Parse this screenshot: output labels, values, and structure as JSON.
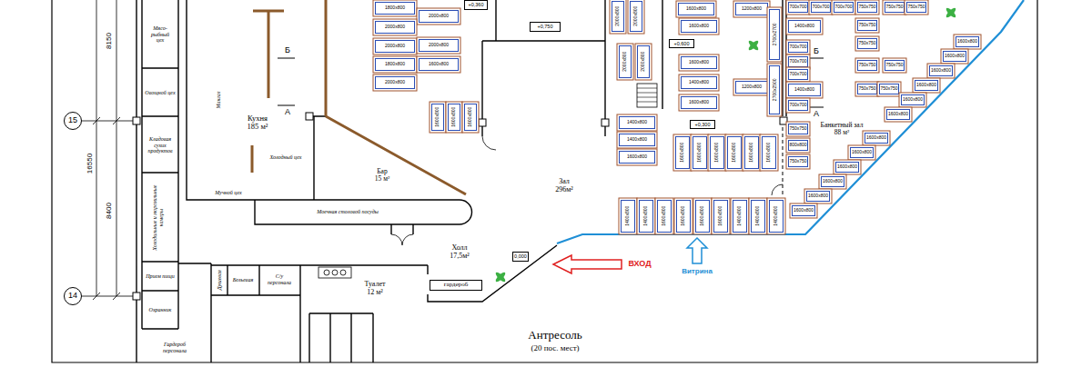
{
  "diagram": {
    "nodes": [
      {
        "text": [
          "15"
        ]
      },
      {
        "text": [
          "14"
        ]
      },
      {
        "text": [
          "Мясо-рыбный цех"
        ]
      },
      {
        "text": [
          "Овощной цех"
        ]
      },
      {
        "text": [
          "Кладовая сухих продуктов"
        ]
      },
      {
        "text": [
          "Холодильные и морозильные камеры"
        ]
      },
      {
        "text": [
          "Прием пищи"
        ]
      },
      {
        "text": [
          "Охранник"
        ]
      },
      {
        "text": [
          "Гардероб персонала"
        ]
      },
      {
        "text": [
          "Кухня",
          "185 м²"
        ]
      },
      {
        "text": [
          "Холодный цех"
        ]
      },
      {
        "text": [
          "Мучной цех"
        ]
      },
      {
        "text": [
          "Бар",
          "15 м²"
        ]
      },
      {
        "text": [
          "Моечная столовой посуды"
        ]
      },
      {
        "text": [
          "Душевая"
        ]
      },
      {
        "text": [
          "Бельевая"
        ]
      },
      {
        "text": [
          "С/у персонала"
        ]
      },
      {
        "text": [
          "Туалет",
          "12 м²"
        ]
      },
      {
        "text": [
          "Холл",
          "17,5м²"
        ]
      },
      {
        "text": [
          "гардероб"
        ]
      },
      {
        "text": [
          "0,000"
        ]
      },
      {
        "text": [
          "Зал",
          "296м²"
        ]
      },
      {
        "text": [
          "1800x800"
        ],
        "in": 21
      },
      {
        "text": [
          "2000x800"
        ],
        "in": 21
      },
      {
        "text": [
          "2000x800"
        ],
        "in": 21
      },
      {
        "text": [
          "2000x800"
        ],
        "in": 21
      },
      {
        "text": [
          "2000x800"
        ],
        "in": 21
      },
      {
        "text": [
          "1800x800"
        ],
        "in": 21
      },
      {
        "text": [
          "1600x800"
        ],
        "in": 21
      },
      {
        "text": [
          "2000x800"
        ],
        "in": 21
      },
      {
        "text": [
          "1600x800"
        ],
        "in": 21
      },
      {
        "text": [
          "1600x800"
        ],
        "in": 21
      },
      {
        "text": [
          "1600x800"
        ],
        "in": 21
      },
      {
        "text": [
          "+0,360"
        ],
        "in": 21
      },
      {
        "text": [
          "+0,750"
        ],
        "in": 21
      },
      {
        "text": [
          "2000x800"
        ],
        "in": 21
      },
      {
        "text": [
          "2000x800"
        ],
        "in": 21
      },
      {
        "text": [
          "2000x800"
        ],
        "in": 21
      },
      {
        "text": [
          "2000x800"
        ],
        "in": 21
      },
      {
        "text": [
          "1600x800"
        ],
        "in": 21
      },
      {
        "text": [
          "1600x800"
        ],
        "in": 21
      },
      {
        "text": [
          "+0,600"
        ],
        "in": 21
      },
      {
        "text": [
          "1600x800"
        ],
        "in": 21
      },
      {
        "text": [
          "1400x800"
        ],
        "in": 21
      },
      {
        "text": [
          "1600x800"
        ],
        "in": 21
      },
      {
        "text": [
          "1400x800"
        ],
        "in": 21
      },
      {
        "text": [
          "+0,300"
        ],
        "in": 21
      },
      {
        "text": [
          "1400x800"
        ],
        "in": 21
      },
      {
        "text": [
          "1600x800"
        ],
        "in": 21
      },
      {
        "text": [
          "1600x800"
        ],
        "in": 21
      },
      {
        "text": [
          "1600x800"
        ],
        "in": 21
      },
      {
        "text": [
          "1600x800"
        ],
        "in": 21
      },
      {
        "text": [
          "1600x800"
        ],
        "in": 21
      },
      {
        "text": [
          "1600x800"
        ],
        "in": 21
      },
      {
        "text": [
          "1600x800"
        ],
        "in": 21
      },
      {
        "text": [
          "1400x800"
        ],
        "in": 21
      },
      {
        "text": [
          "1400x800"
        ],
        "in": 21
      },
      {
        "text": [
          "1600x800"
        ],
        "in": 21
      },
      {
        "text": [
          "1600x800"
        ],
        "in": 21
      },
      {
        "text": [
          "1600x800"
        ],
        "in": 21
      },
      {
        "text": [
          "1600x800"
        ],
        "in": 21
      },
      {
        "text": [
          "1400x800"
        ],
        "in": 21
      },
      {
        "text": [
          "1400x800"
        ],
        "in": 21
      },
      {
        "text": [
          "1400x800"
        ],
        "in": 21
      },
      {
        "text": [
          "1200x800"
        ],
        "in": 21
      },
      {
        "text": [
          "1200x800"
        ],
        "in": 21
      },
      {
        "text": [
          "2700x2700"
        ],
        "in": 21
      },
      {
        "text": [
          "2700x2500"
        ],
        "in": 21
      },
      {
        "text": [
          "Банкетный зал",
          "88 м²"
        ]
      },
      {
        "text": [
          "700x700"
        ],
        "in": 68
      },
      {
        "text": [
          "700x700"
        ],
        "in": 68
      },
      {
        "text": [
          "700x700"
        ],
        "in": 68
      },
      {
        "text": [
          "1400x800"
        ],
        "in": 68
      },
      {
        "text": [
          "700x700"
        ],
        "in": 68
      },
      {
        "text": [
          "700x700"
        ],
        "in": 68
      },
      {
        "text": [
          "700x700"
        ],
        "in": 68
      },
      {
        "text": [
          "1400x800"
        ],
        "in": 68
      },
      {
        "text": [
          "700x700"
        ],
        "in": 68
      },
      {
        "text": [
          "750x750"
        ],
        "in": 68
      },
      {
        "text": [
          "800x800"
        ],
        "in": 68
      },
      {
        "text": [
          "750x750"
        ],
        "in": 68
      },
      {
        "text": [
          "750x750"
        ],
        "in": 68
      },
      {
        "text": [
          "750x750"
        ],
        "in": 68
      },
      {
        "text": [
          "750x750"
        ],
        "in": 68
      },
      {
        "text": [
          "750x750"
        ],
        "in": 68
      },
      {
        "text": [
          "750x750"
        ],
        "in": 68
      },
      {
        "text": [
          "750x750"
        ],
        "in": 68
      },
      {
        "text": [
          "750x750"
        ],
        "in": 68
      },
      {
        "text": [
          "750x750"
        ],
        "in": 68
      },
      {
        "text": [
          "750x750"
        ],
        "in": 68
      },
      {
        "text": [
          "1600x800"
        ],
        "in": 68
      },
      {
        "text": [
          "1600x800"
        ],
        "in": 68
      },
      {
        "text": [
          "1600x800"
        ],
        "in": 68
      },
      {
        "text": [
          "1600x800"
        ],
        "in": 68
      },
      {
        "text": [
          "1600x800"
        ],
        "in": 68
      },
      {
        "text": [
          "1600x800"
        ],
        "in": 68
      },
      {
        "text": [
          "1600x800"
        ],
        "in": 68
      },
      {
        "text": [
          "1600x800"
        ],
        "in": 68
      },
      {
        "text": [
          "1600x800"
        ],
        "in": 68
      },
      {
        "text": [
          "1600x800"
        ],
        "in": 68
      },
      {
        "text": [
          "1600x800"
        ],
        "in": 68
      },
      {
        "text": [
          "1600x800"
        ],
        "in": 68
      }
    ],
    "labels": [
      "8150",
      "16550",
      "8400",
      "Мангал",
      "Б",
      "А",
      "Б",
      "А",
      "ВХОД",
      "Витрина",
      "Антресоль",
      "(20 пос. мест)"
    ]
  }
}
